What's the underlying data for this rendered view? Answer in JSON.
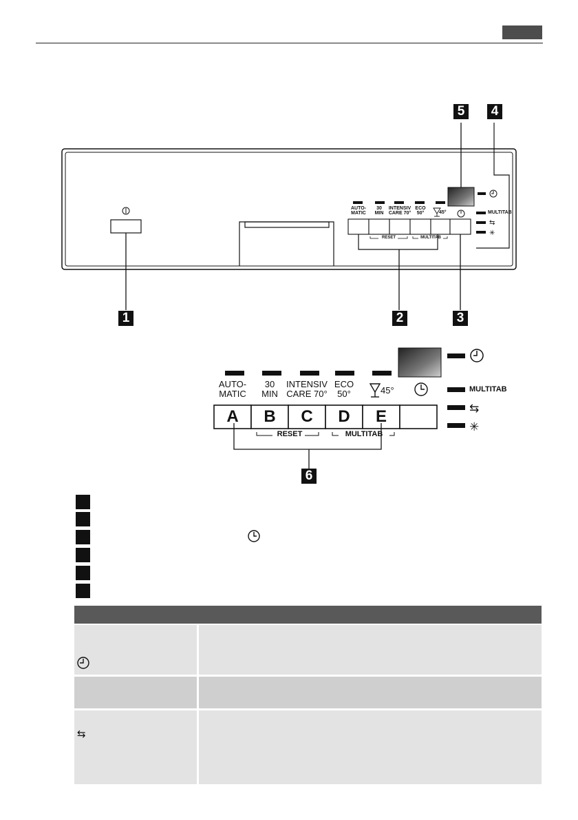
{
  "callouts": [
    "1",
    "2",
    "3",
    "4",
    "5",
    "6"
  ],
  "panel": {
    "power_symbol": "⏀",
    "programs_small": [
      {
        "line1": "AUTO-",
        "line2": "MATIC"
      },
      {
        "line1": "30",
        "line2": "MIN"
      },
      {
        "line1": "INTENSIV",
        "line2": "CARE 70°"
      },
      {
        "line1": "ECO",
        "line2": "50°"
      },
      {
        "line1": "",
        "line2": "45°"
      }
    ],
    "reset_label": "RESET",
    "multitab_label": "MULTITAB",
    "indicator_multitab": "MULTITAB"
  },
  "detail": {
    "programs": [
      {
        "line1": "AUTO-",
        "line2": "MATIC",
        "letter": "A"
      },
      {
        "line1": "30",
        "line2": "MIN",
        "letter": "B"
      },
      {
        "line1": "INTENSIV",
        "line2": "CARE 70°",
        "letter": "C"
      },
      {
        "line1": "ECO",
        "line2": "50°",
        "letter": "D"
      },
      {
        "line1": "",
        "line2": "45°",
        "letter": "E"
      }
    ],
    "reset_label": "RESET",
    "multitab_label": "MULTITAB",
    "indicator_multitab": "MULTITAB"
  },
  "icons": {
    "clock": "clock-icon",
    "delay": "delay-start-icon",
    "glass": "wine-glass-icon",
    "rinse": "rinse-aid-icon",
    "salt": "salt-icon"
  },
  "colors": {
    "table_header": "#595959",
    "row_shade": "#e3e3e3",
    "row_shade_dark": "#cfcfcf",
    "ink": "#111111"
  }
}
